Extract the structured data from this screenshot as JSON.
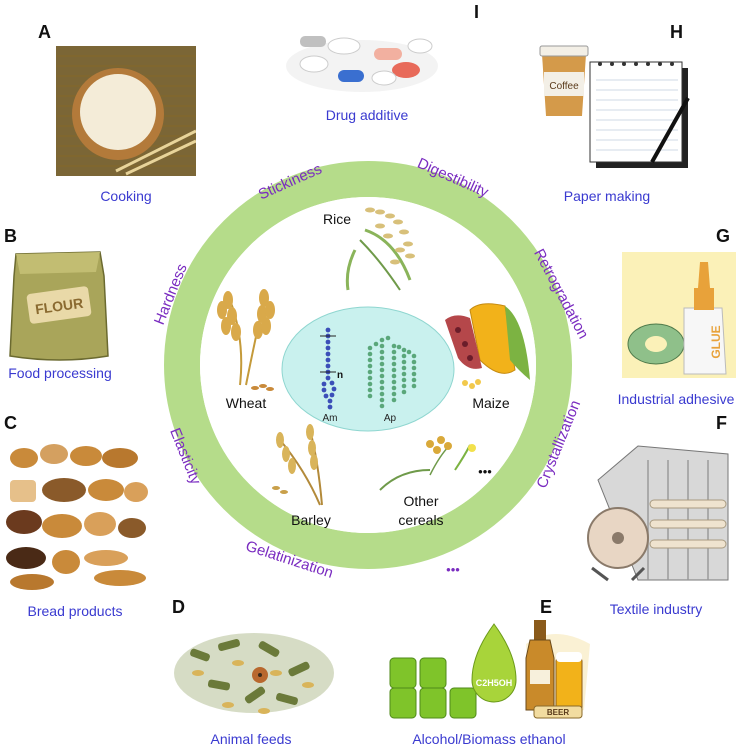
{
  "panels": [
    {
      "letter": "A",
      "caption": "Cooking",
      "icon": "rice-bowl-icon"
    },
    {
      "letter": "B",
      "caption": "Food processing",
      "icon": "flour-bag-icon"
    },
    {
      "letter": "C",
      "caption": "Bread products",
      "icon": "bread-icon"
    },
    {
      "letter": "D",
      "caption": "Animal feeds",
      "icon": "feed-pellets-icon"
    },
    {
      "letter": "E",
      "caption": "Alcohol/Biomass ethanol",
      "icon": "beer-icon"
    },
    {
      "letter": "F",
      "caption": "Textile industry",
      "icon": "textile-machine-icon"
    },
    {
      "letter": "G",
      "caption": "Industrial adhesive",
      "icon": "glue-icon"
    },
    {
      "letter": "H",
      "caption": "Paper making",
      "icon": "notebook-icon"
    },
    {
      "letter": "I",
      "caption": "Drug additive",
      "icon": "pills-icon"
    }
  ],
  "ring": {
    "properties": [
      "Stickiness",
      "Digestibility",
      "Retrogradation",
      "Crystallization",
      "Gelatinization",
      "Elasticity",
      "Hardness"
    ],
    "more": "•••",
    "color": "#b5dc8a",
    "text_color": "#7a2cc0"
  },
  "cereals": {
    "rice": "Rice",
    "wheat": "Wheat",
    "maize": "Maize",
    "barley": "Barley",
    "other_line1": "Other",
    "other_line2": "cereals",
    "more": "•••"
  },
  "center": {
    "amylose_label": "Am",
    "amylopectin_label": "Ap",
    "repeat_label": "n",
    "fill": "#c9f1ee"
  },
  "product_labels": {
    "flour": "FLOUR",
    "coffee": "Coffee",
    "glue": "GLUE",
    "ethanol": "C2H5OH",
    "beer": "BEER"
  }
}
